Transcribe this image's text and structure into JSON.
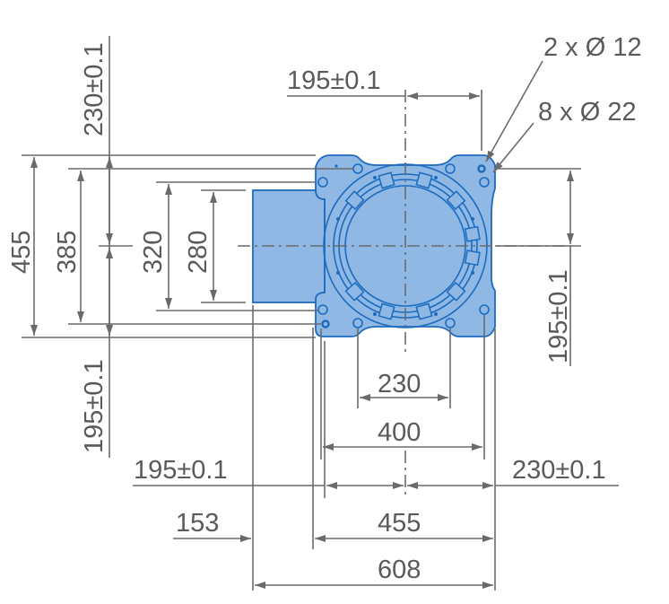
{
  "drawing": {
    "type": "technical-dimension-drawing",
    "units": "mm",
    "colors": {
      "body_fill": "#8fb8e4",
      "body_outline": "#1c6bbf",
      "dimension_lines": "#6a6a6e",
      "dimension_text": "#5a5a5e",
      "background": "#ffffff"
    }
  },
  "callouts": {
    "small_holes": "2 x Ø 12",
    "large_holes": "8 x Ø 22"
  },
  "vertical_dims": {
    "overall_height": "455",
    "height_385": "385",
    "height_320": "320",
    "height_280": "280",
    "top_offset": "230±0.1",
    "bottom_offset": "195±0.1",
    "right_offset": "195±0.1"
  },
  "horizontal_dims": {
    "top_offset": "195±0.1",
    "hole_spacing_230": "230",
    "hole_spacing_400": "400",
    "left_offset": "195±0.1",
    "right_offset": "230±0.1",
    "extension_153": "153",
    "width_455": "455",
    "overall_width": "608"
  }
}
